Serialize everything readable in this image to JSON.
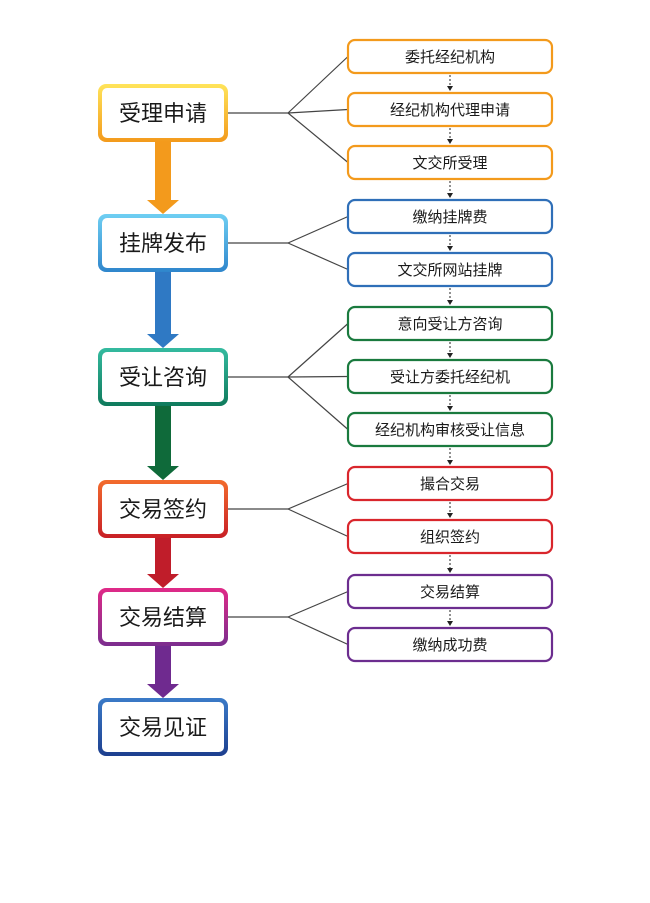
{
  "stages": [
    {
      "label": "受理申请",
      "color": "#f7b91b",
      "gradient": [
        "#ffe45a",
        "#f39a1c"
      ],
      "arrow_color": "#f39a1c",
      "step_border": "#f39a1c",
      "steps": [
        "委托经纪机构",
        "经纪机构代理申请",
        "文交所受理"
      ]
    },
    {
      "label": "挂牌发布",
      "color": "#3aa0dc",
      "gradient": [
        "#6fcff3",
        "#2f86cc"
      ],
      "arrow_color": "#2f79c4",
      "step_border": "#2f6fb8",
      "steps": [
        "缴纳挂牌费",
        "文交所网站挂牌"
      ]
    },
    {
      "label": "受让咨询",
      "color": "#1f9a80",
      "gradient": [
        "#35bba0",
        "#0f7a5c"
      ],
      "arrow_color": "#0f6a3a",
      "step_border": "#1a7a3e",
      "steps": [
        "意向受让方咨询",
        "受让方委托经纪机",
        "经纪机构审核受让信息"
      ]
    },
    {
      "label": "交易签约",
      "color": "#e2452a",
      "gradient": [
        "#f36c2d",
        "#c81f26"
      ],
      "arrow_color": "#c01d2a",
      "step_border": "#d9262c",
      "steps": [
        "撮合交易",
        "组织签约"
      ]
    },
    {
      "label": "交易结算",
      "color": "#b72b8e",
      "gradient": [
        "#e02a88",
        "#7b2d8e"
      ],
      "arrow_color": "#6f2a8f",
      "step_border": "#6c2d8f",
      "steps": [
        "交易结算",
        "缴纳成功费"
      ]
    },
    {
      "label": "交易见证",
      "color": "#2657a6",
      "gradient": [
        "#3b7bc8",
        "#1d3f8f"
      ],
      "arrow_color": "#1d3f8f",
      "step_border": "#1d3f8f",
      "steps": []
    }
  ]
}
